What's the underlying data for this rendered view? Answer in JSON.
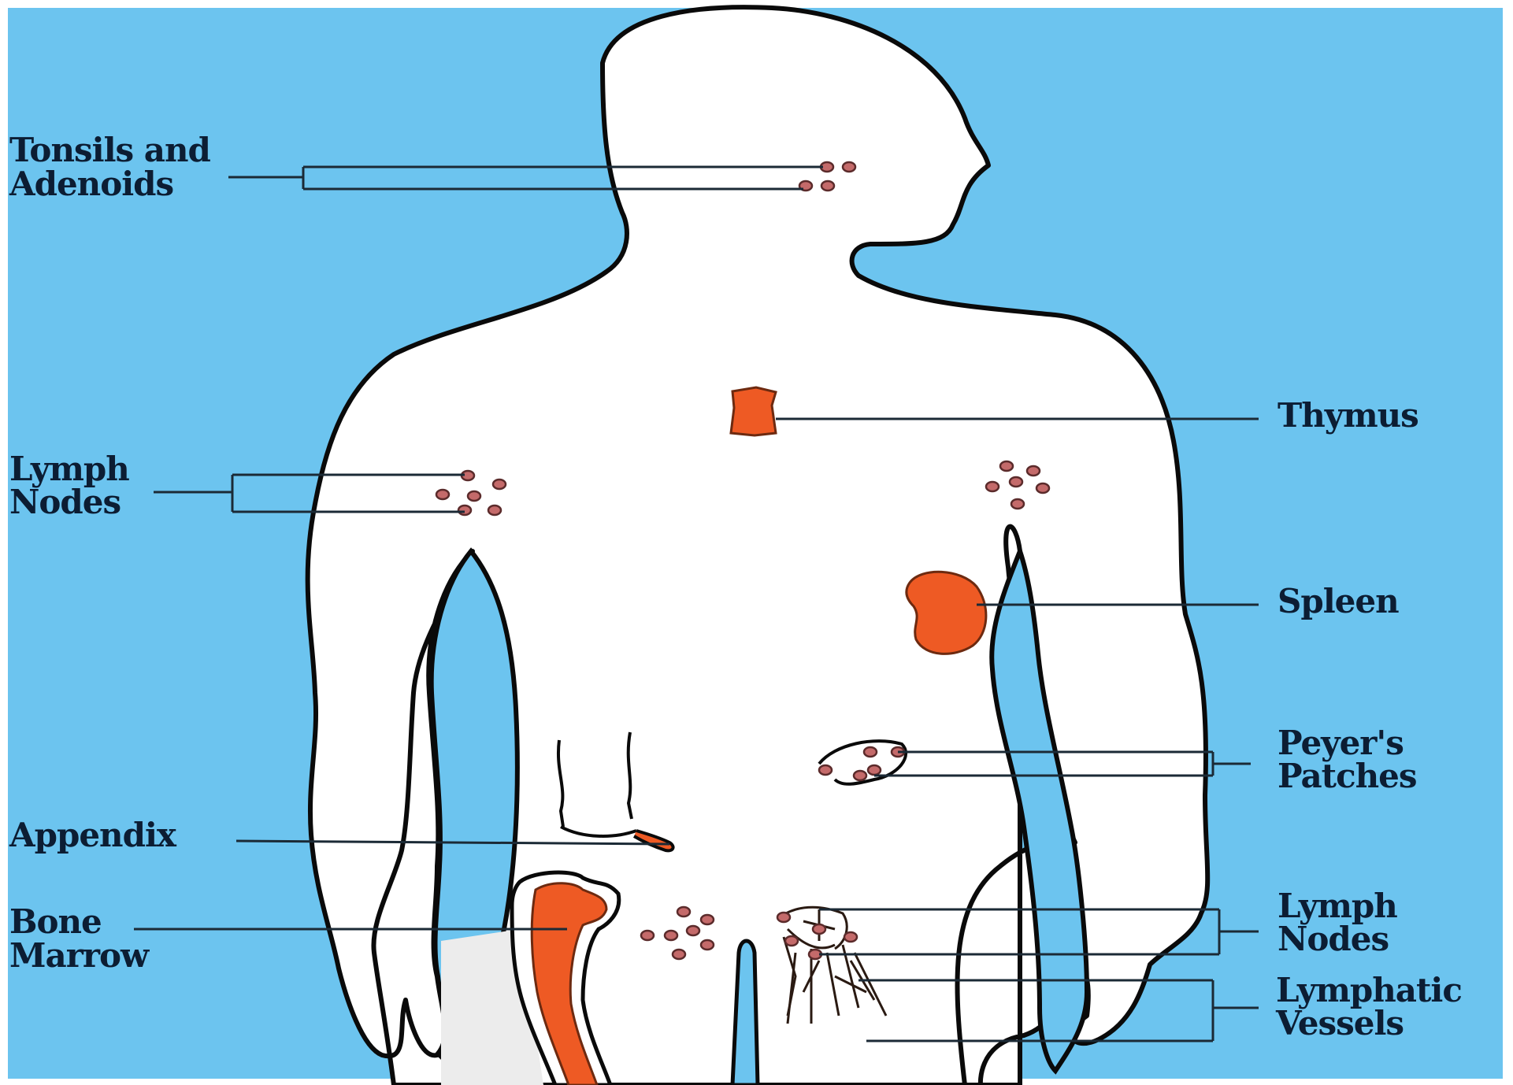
{
  "colors": {
    "background": "#6cc4ef",
    "body": "#ffffff",
    "organ": "#ee5a24",
    "node": "#c46a6a",
    "text": "#0c1d33"
  },
  "labels": {
    "tonsils": [
      "Tonsils and",
      "Adenoids"
    ],
    "lymph_nodes_upper": [
      "Lymph",
      "Nodes"
    ],
    "appendix": [
      "Appendix"
    ],
    "bone_marrow": [
      "Bone",
      "Marrow"
    ],
    "thymus": [
      "Thymus"
    ],
    "spleen": [
      "Spleen"
    ],
    "peyers_patches": [
      "Peyer's",
      "Patches"
    ],
    "lymph_nodes_lower": [
      "Lymph",
      "Nodes"
    ],
    "lymphatic_vessels": [
      "Lymphatic",
      "Vessels"
    ]
  }
}
